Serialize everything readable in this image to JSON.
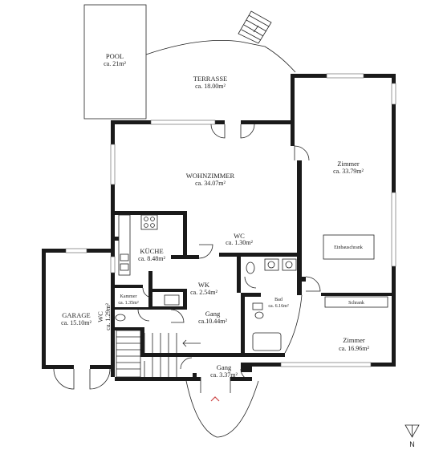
{
  "rooms": {
    "pool": {
      "name": "POOL",
      "area": "ca. 21m²"
    },
    "terrasse": {
      "name": "TERRASSE",
      "area": "ca. 18.00m²"
    },
    "zimmer_top": {
      "name": "Zimmer",
      "area": "ca. 33.79m²"
    },
    "wohnzimmer": {
      "name": "WOHNZIMMER",
      "area": "ca. 34.07m²"
    },
    "wc_top": {
      "name": "WC",
      "area": "ca. 1.30m²"
    },
    "kueche": {
      "name": "KÜCHE",
      "area": "ca. 8.48m²"
    },
    "garage": {
      "name": "GARAGE",
      "area": "ca. 15.10m²"
    },
    "wc_side": {
      "name": "WC",
      "area": "ca. 1.29m²"
    },
    "kammer": {
      "name": "Kammer",
      "area": "ca. 1.35m²"
    },
    "wk": {
      "name": "WK",
      "area": "ca. 2.54m²"
    },
    "bad": {
      "name": "Bad",
      "area": "ca. 6.16m²"
    },
    "gang_mid": {
      "name": "Gang",
      "area": "ca.10.44m²"
    },
    "gang_bottom": {
      "name": "Gang",
      "area": "ca. 3.37m²"
    },
    "zimmer_bottom": {
      "name": "Zimmer",
      "area": "ca. 16.96m²"
    }
  },
  "furniture": {
    "einbauschrank": "Einbauschrank",
    "schrank": "Schrank"
  },
  "compass": {
    "label": "N"
  }
}
